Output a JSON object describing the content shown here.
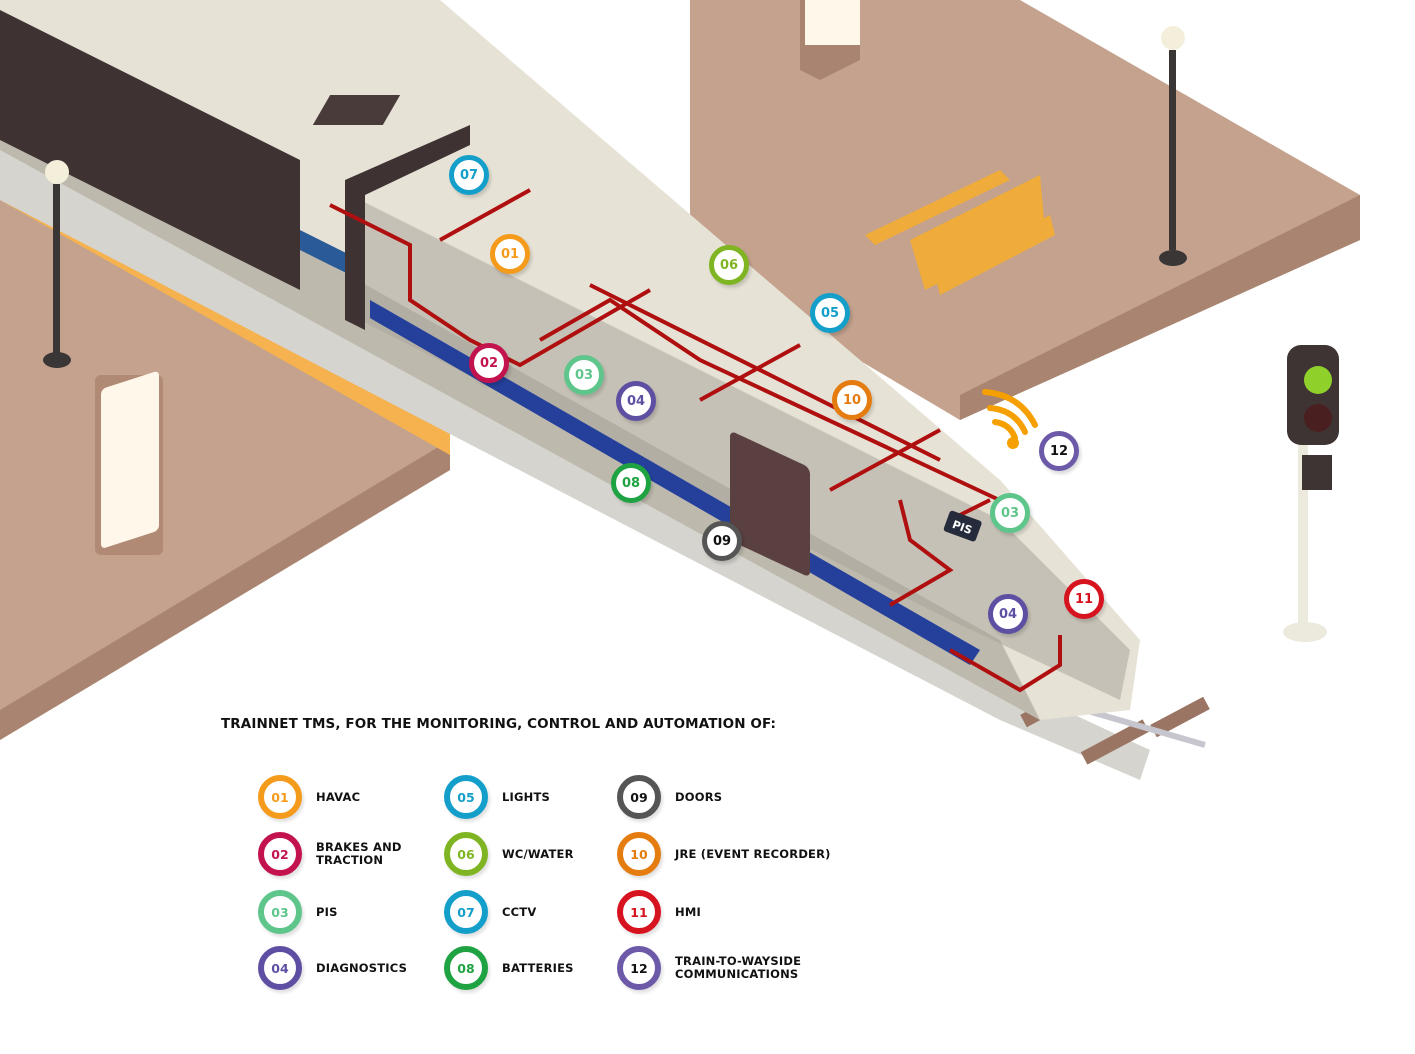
{
  "heading": "TRAINNET TMS, FOR THE MONITORING, CONTROL AND AUTOMATION OF:",
  "systems": [
    {
      "num": "01",
      "label": "HAVAC",
      "color": "#f59b1c"
    },
    {
      "num": "02",
      "label": "BRAKES AND\nTRACTION",
      "color": "#c2134f"
    },
    {
      "num": "03",
      "label": "PIS",
      "color": "#5fc68b"
    },
    {
      "num": "04",
      "label": "DIAGNOSTICS",
      "color": "#5e4fa2"
    },
    {
      "num": "05",
      "label": "LIGHTS",
      "color": "#139fc9"
    },
    {
      "num": "06",
      "label": "WC/WATER",
      "color": "#7fb522"
    },
    {
      "num": "07",
      "label": "CCTV",
      "color": "#139fc9"
    },
    {
      "num": "08",
      "label": "BATTERIES",
      "color": "#1fa342"
    },
    {
      "num": "09",
      "label": "DOORS",
      "color": "#555555"
    },
    {
      "num": "10",
      "label": "JRE (EVENT RECORDER)",
      "color": "#e57c0f"
    },
    {
      "num": "11",
      "label": "HMI",
      "color": "#d7131f"
    },
    {
      "num": "12",
      "label": " TRAIN-TO-WAYSIDE\nCOMMUNICATIONS",
      "color": "#6c5aa8"
    }
  ],
  "scene_markers": [
    "07",
    "01",
    "06",
    "05",
    "02",
    "03",
    "04",
    "10",
    "12",
    "08",
    "09",
    "03",
    "04",
    "11"
  ],
  "pis_sign": "PIS",
  "colors": {
    "platform_top": "#c4a28d",
    "platform_side": "#a98571",
    "tactile_strip": "#f5b24e",
    "train_body": "#e6e2d6",
    "train_shadow": "#b8b4a8",
    "stripe": "#24409a",
    "network_line": "#b00f0f",
    "window": "#3e3232"
  }
}
